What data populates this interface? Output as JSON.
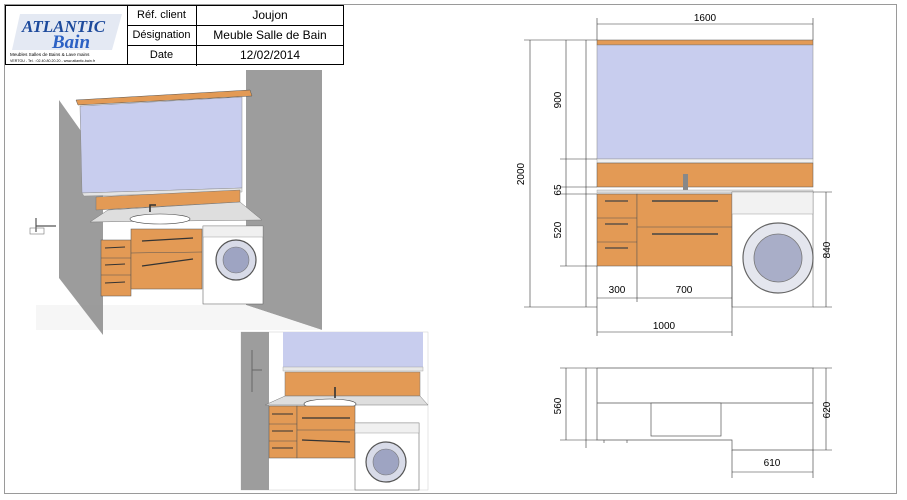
{
  "titleblock": {
    "brand_line1": "ATLANTIC",
    "brand_line2": "Bain",
    "tagline": "Meubles Salles de Bains & Lave mains",
    "contact": "VERTOU - Tel. : 02.40.80.20.20 - www.atlantic-bain.fr",
    "ref_label": "Réf. client",
    "ref_value": "Joujon",
    "designation_label": "Désignation",
    "designation_value": "Meuble Salle de Bain",
    "date_label": "Date",
    "date_value": "12/02/2014"
  },
  "dimensions": {
    "total_width": "1600",
    "total_height": "2000",
    "mirror_height": "900",
    "backsplash_height": "65",
    "cabinet_height": "520",
    "washer_height": "840",
    "drawer_width": "300",
    "cabinet_right_width": "700",
    "cabinet_width": "1000",
    "depth_cabinet": "560",
    "depth_top": "620",
    "depth_washer": "610"
  },
  "colors": {
    "wood": "#e39a55",
    "mirror": "#c8cdee",
    "wall": "#9d9d9d",
    "line": "#555555"
  }
}
